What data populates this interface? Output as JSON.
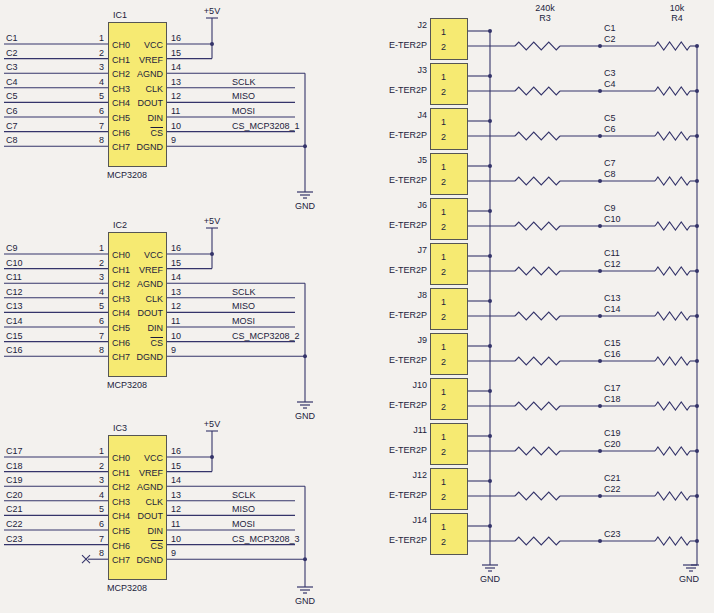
{
  "diagram": {
    "nodes": [
      {
        "text": [
          "IC1",
          "CH0",
          "CH1",
          "CH2",
          "CH3",
          "CH4",
          "CH5",
          "CH6",
          "CH7",
          "VCC",
          "VREF",
          "AGND",
          "CLK",
          "DOUT",
          "DIN",
          "CS",
          "DGND",
          "MCP3208"
        ]
      },
      {
        "text": [
          "IC2",
          "CH0",
          "CH1",
          "CH2",
          "CH3",
          "CH4",
          "CH5",
          "CH6",
          "CH7",
          "VCC",
          "VREF",
          "AGND",
          "CLK",
          "DOUT",
          "DIN",
          "CS",
          "DGND",
          "MCP3208"
        ]
      },
      {
        "text": [
          "IC3",
          "CH0",
          "CH1",
          "CH2",
          "CH3",
          "CH4",
          "CH5",
          "CH6",
          "CH7",
          "VCC",
          "VREF",
          "AGND",
          "CLK",
          "DOUT",
          "DIN",
          "CS",
          "DGND",
          "MCP3208"
        ]
      },
      {
        "text": [
          "J2",
          "E-TER2P",
          "1",
          "2"
        ]
      },
      {
        "text": [
          "J3",
          "E-TER2P",
          "1",
          "2"
        ]
      },
      {
        "text": [
          "J4",
          "E-TER2P",
          "1",
          "2"
        ]
      },
      {
        "text": [
          "J5",
          "E-TER2P",
          "1",
          "2"
        ]
      },
      {
        "text": [
          "J6",
          "E-TER2P",
          "1",
          "2"
        ]
      },
      {
        "text": [
          "J7",
          "E-TER2P",
          "1",
          "2"
        ]
      },
      {
        "text": [
          "J8",
          "E-TER2P",
          "1",
          "2"
        ]
      },
      {
        "text": [
          "J9",
          "E-TER2P",
          "1",
          "2"
        ]
      },
      {
        "text": [
          "J10",
          "E-TER2P",
          "1",
          "2"
        ]
      },
      {
        "text": [
          "J11",
          "E-TER2P",
          "1",
          "2"
        ]
      },
      {
        "text": [
          "J12",
          "E-TER2P",
          "1",
          "2"
        ]
      },
      {
        "text": [
          "J14",
          "E-TER2P",
          "1",
          "2"
        ]
      }
    ],
    "labels": [
      "C1",
      "C2",
      "C3",
      "C4",
      "C5",
      "C6",
      "C7",
      "C8",
      "1",
      "2",
      "3",
      "4",
      "5",
      "6",
      "7",
      "8",
      "16",
      "15",
      "14",
      "13",
      "12",
      "11",
      "10",
      "9",
      "+5V",
      "SCLK",
      "MISO",
      "MOSI",
      "CS_MCP3208_1",
      "GND",
      "C9",
      "C10",
      "C11",
      "C12",
      "C13",
      "C14",
      "C15",
      "C16",
      "1",
      "2",
      "3",
      "4",
      "5",
      "6",
      "7",
      "8",
      "16",
      "15",
      "14",
      "13",
      "12",
      "11",
      "10",
      "9",
      "+5V",
      "SCLK",
      "MISO",
      "MOSI",
      "CS_MCP3208_2",
      "GND",
      "C17",
      "C18",
      "C19",
      "C20",
      "C21",
      "C22",
      "C23",
      "1",
      "2",
      "3",
      "4",
      "5",
      "6",
      "7",
      "8",
      "16",
      "15",
      "14",
      "13",
      "12",
      "11",
      "10",
      "9",
      "+5V",
      "SCLK",
      "MISO",
      "MOSI",
      "CS_MCP3208_3",
      "GND",
      "240k",
      "R3",
      "10k",
      "R4",
      "C1",
      "C2",
      "C3",
      "C4",
      "C5",
      "C6",
      "C7",
      "C8",
      "C9",
      "C10",
      "C11",
      "C12",
      "C13",
      "C14",
      "C15",
      "C16",
      "C17",
      "C18",
      "C19",
      "C20",
      "C21",
      "C22",
      "C23",
      "GND",
      "GND"
    ]
  }
}
